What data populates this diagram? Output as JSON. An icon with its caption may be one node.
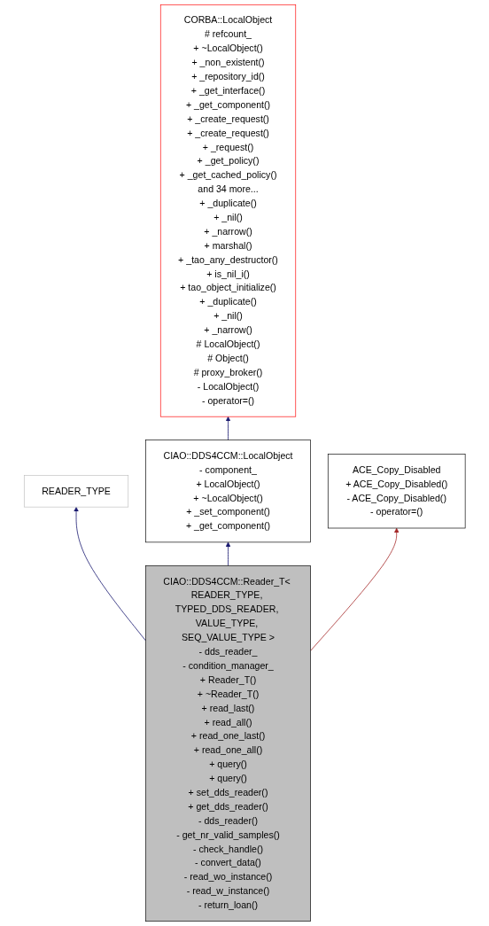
{
  "diagram": {
    "nodes": [
      {
        "text": [
          "CORBA::LocalObject",
          "# refcount_",
          "+ ~LocalObject()",
          "+ _non_existent()",
          "+ _repository_id()",
          "+ _get_interface()",
          "+ _get_component()",
          "+ _create_request()",
          "+ _create_request()",
          "+ _request()",
          "+ _get_policy()",
          "+ _get_cached_policy()",
          "and 34 more...",
          "+ _duplicate()",
          "+ _nil()",
          "+ _narrow()",
          "+ marshal()",
          "+ _tao_any_destructor()",
          "+ is_nil_i()",
          "+ tao_object_initialize()",
          "+ _duplicate()",
          "+ _nil()",
          "+ _narrow()",
          "# LocalObject()",
          "# Object()",
          "# proxy_broker()",
          "- LocalObject()",
          "- operator=()"
        ]
      },
      {
        "text": [
          "READER_TYPE"
        ]
      },
      {
        "text": [
          "CIAO::DDS4CCM::LocalObject",
          "- component_",
          "+ LocalObject()",
          "+ ~LocalObject()",
          "+ _set_component()",
          "+ _get_component()"
        ]
      },
      {
        "text": [
          "ACE_Copy_Disabled",
          "+ ACE_Copy_Disabled()",
          "- ACE_Copy_Disabled()",
          "- operator=()"
        ]
      },
      {
        "text": [
          "CIAO::DDS4CCM::Reader_T< READER_TYPE, TYPED_DDS_READER, VALUE_TYPE, SEQ_VALUE_TYPE >",
          "- dds_reader_",
          "- condition_manager_",
          "+ Reader_T()",
          "+ ~Reader_T()",
          "+ read_last()",
          "+ read_all()",
          "+ read_one_last()",
          "+ read_one_all()",
          "+ query()",
          "+ query()",
          "+ set_dds_reader()",
          "+ get_dds_reader()",
          "- dds_reader()",
          "- get_nr_valid_samples()",
          "- check_handle()",
          "- convert_data()",
          "- read_wo_instance()",
          "- read_w_instance()",
          "- return_loan()"
        ]
      }
    ],
    "edges": [
      {
        "from": 2,
        "to": 0,
        "arrow": "to"
      },
      {
        "from": 4,
        "to": 1,
        "arrow": "to"
      },
      {
        "from": 4,
        "to": 2,
        "arrow": "to"
      },
      {
        "from": 4,
        "to": 3,
        "arrow": "to",
        "color": "#a52a2a"
      }
    ]
  }
}
